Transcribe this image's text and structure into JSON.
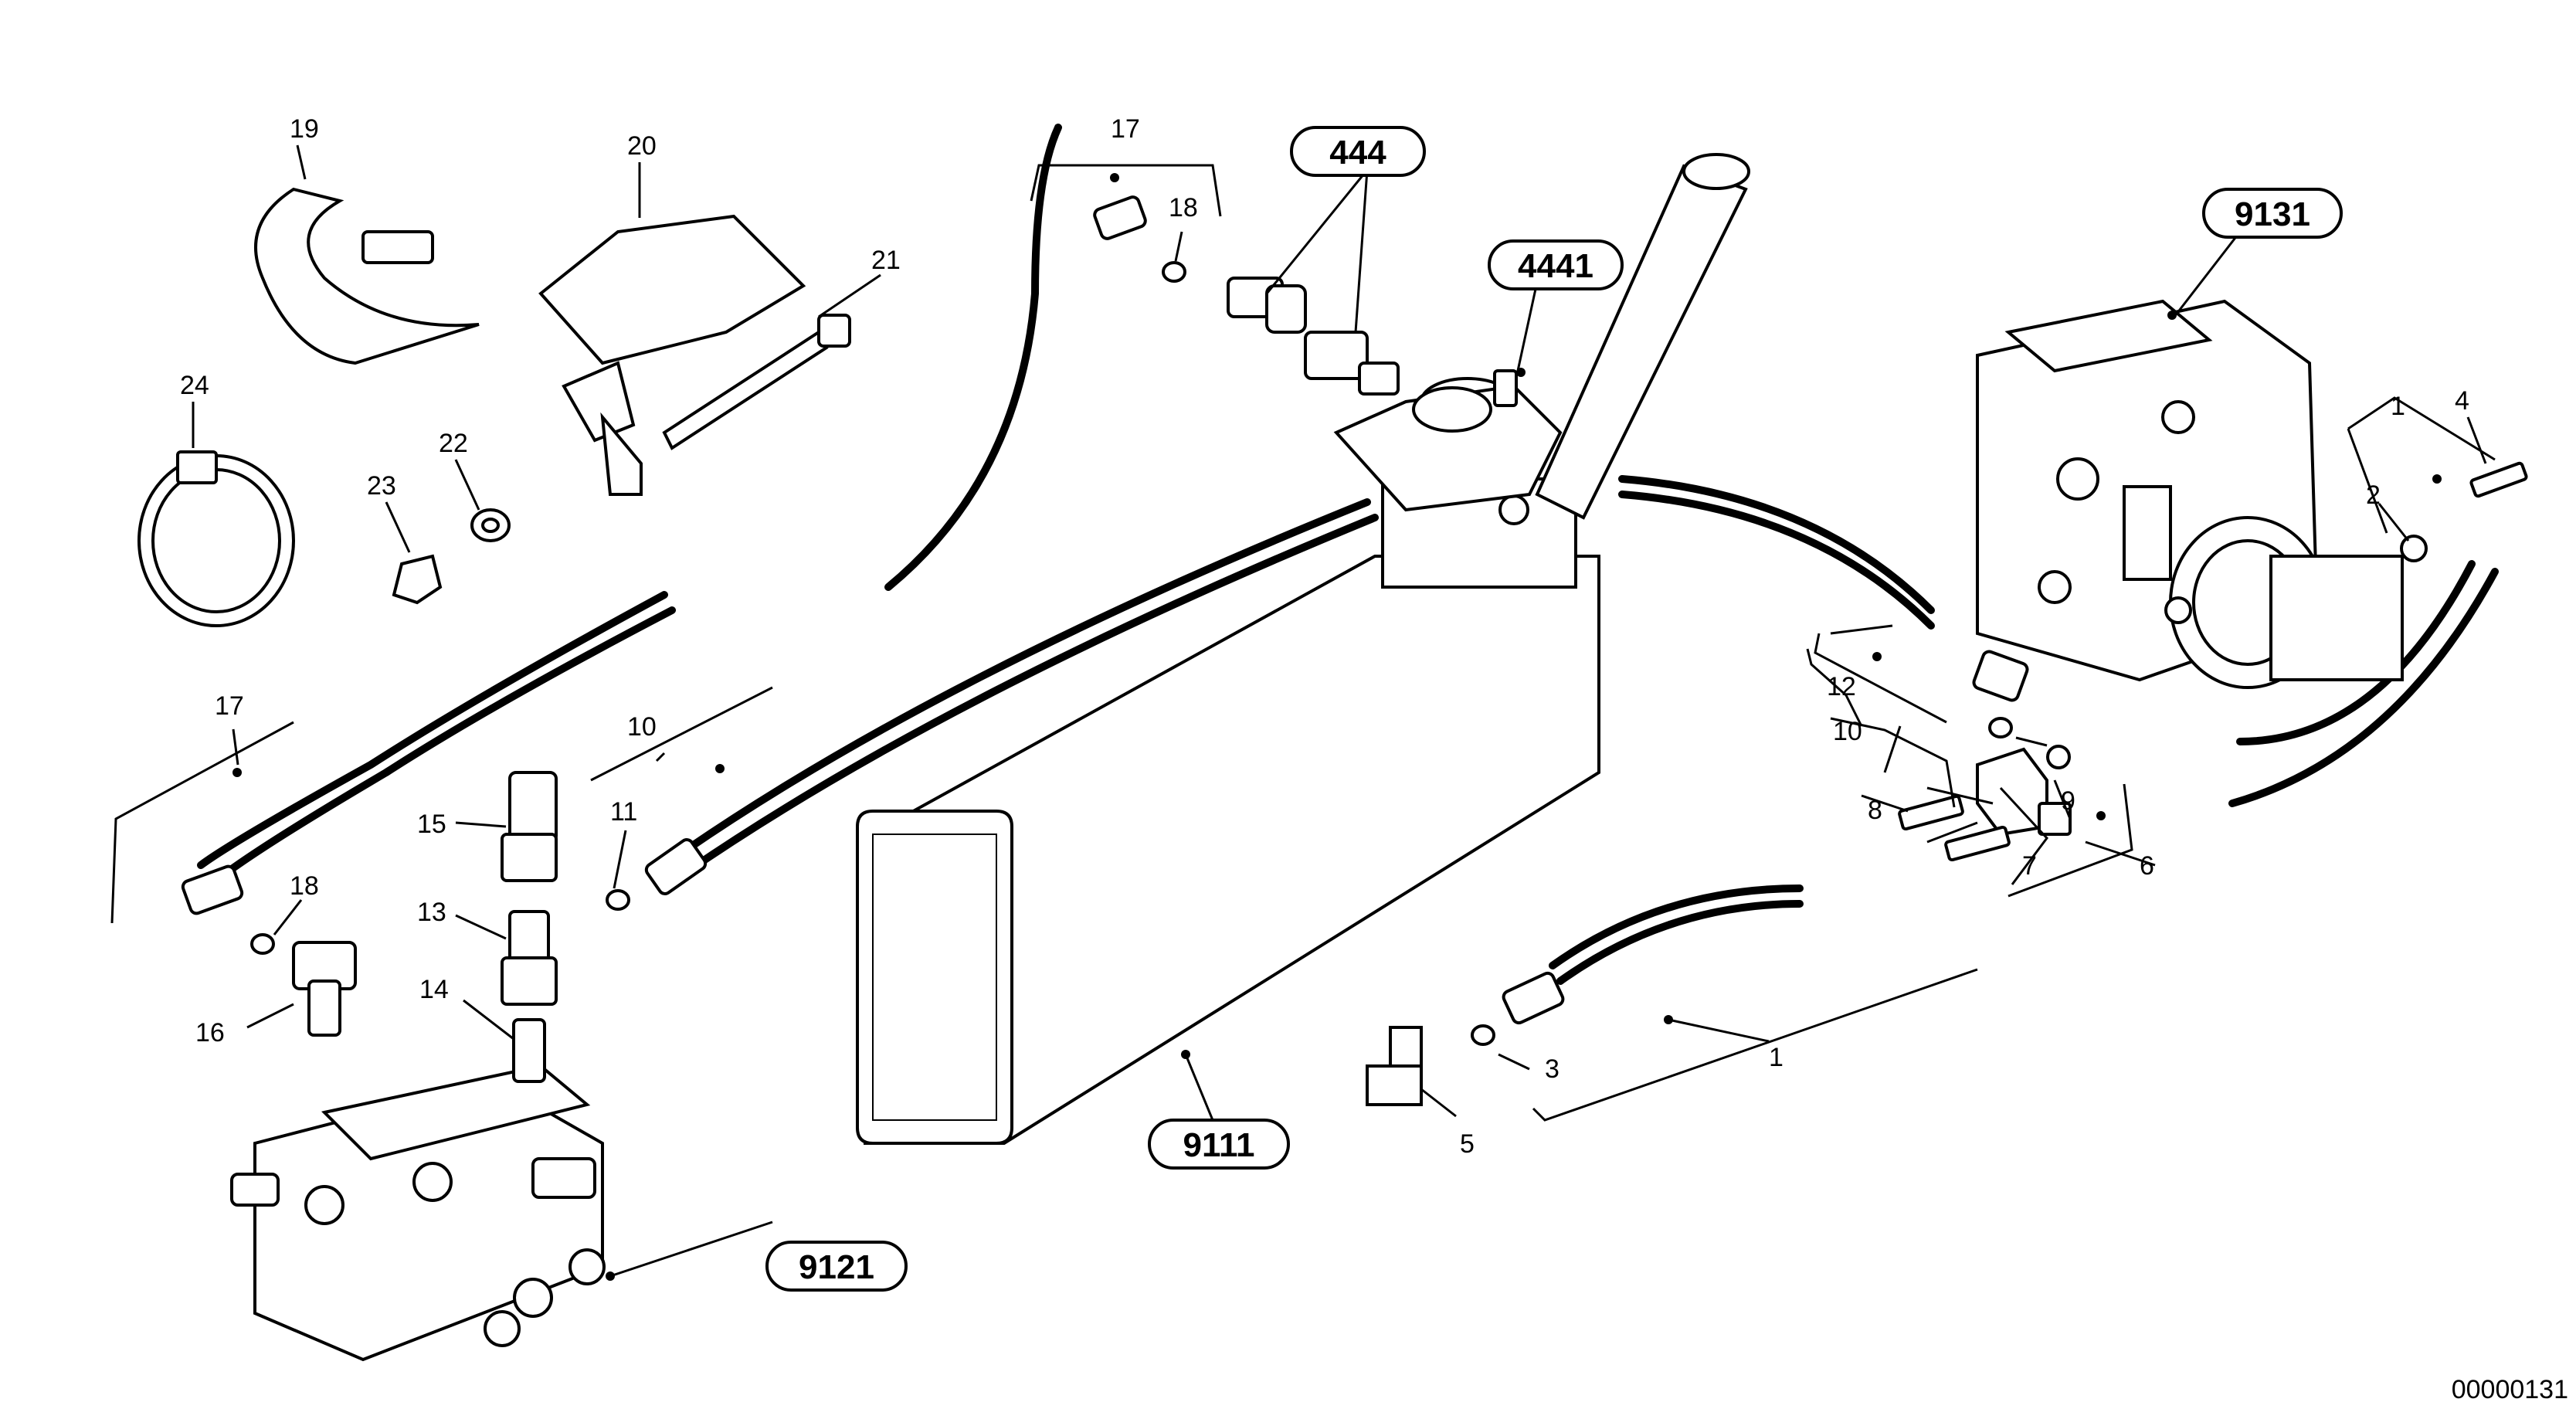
{
  "callouts": {
    "c1a": "1",
    "c1b": "1",
    "c2": "2",
    "c3": "3",
    "c4": "4",
    "c5": "5",
    "c6": "6",
    "c7": "7",
    "c8": "8",
    "c9": "9",
    "c10a": "10",
    "c10b": "10",
    "c11": "11",
    "c12": "12",
    "c13": "13",
    "c14": "14",
    "c15": "15",
    "c16": "16",
    "c17a": "17",
    "c17b": "17",
    "c18a": "18",
    "c18b": "18",
    "c19": "19",
    "c20": "20",
    "c21": "21",
    "c22": "22",
    "c23": "23",
    "c24": "24"
  },
  "references": {
    "r444": "444",
    "r4441": "4441",
    "r9131": "9131",
    "r9111": "9111",
    "r9121": "9121"
  },
  "drawing_number": "00000131"
}
